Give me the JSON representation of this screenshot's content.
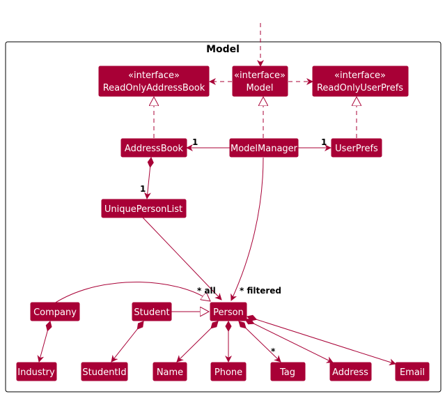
{
  "package": {
    "name": "Model"
  },
  "classes": {
    "read_only_address_book": {
      "stereotype": "«interface»",
      "name": "ReadOnlyAddressBook"
    },
    "model": {
      "stereotype": "«interface»",
      "name": "Model"
    },
    "read_only_user_prefs": {
      "stereotype": "«interface»",
      "name": "ReadOnlyUserPrefs"
    },
    "address_book": {
      "name": "AddressBook"
    },
    "model_manager": {
      "name": "ModelManager"
    },
    "user_prefs": {
      "name": "UserPrefs"
    },
    "unique_person_list": {
      "name": "UniquePersonList"
    },
    "company": {
      "name": "Company"
    },
    "student": {
      "name": "Student"
    },
    "person": {
      "name": "Person"
    },
    "industry": {
      "name": "Industry"
    },
    "student_id": {
      "name": "StudentId"
    },
    "name": {
      "name": "Name"
    },
    "phone": {
      "name": "Phone"
    },
    "tag": {
      "name": "Tag"
    },
    "address": {
      "name": "Address"
    },
    "email": {
      "name": "Email"
    }
  },
  "multiplicities": {
    "manager_address_book": "1",
    "manager_user_prefs": "1",
    "address_book_list": "1",
    "person_all": "* all",
    "person_filtered": "* filtered",
    "person_tag": "*"
  },
  "colors": {
    "class_fill": "#a80036",
    "class_text": "#ffffff",
    "edge": "#a80036"
  }
}
